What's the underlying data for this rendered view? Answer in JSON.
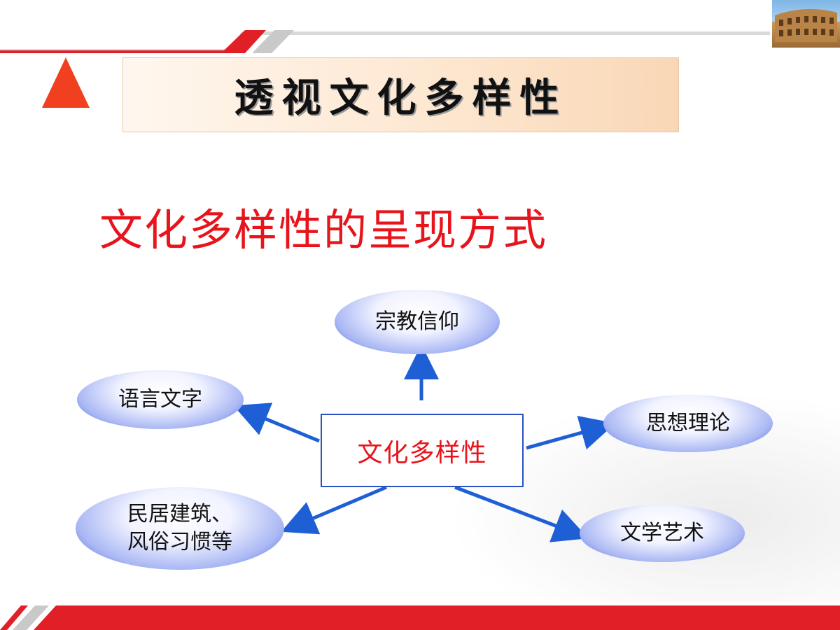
{
  "slide": {
    "title": "透视文化多样性",
    "subtitle": "文化多样性的呈现方式"
  },
  "diagram": {
    "center": "文化多样性",
    "nodes": {
      "religion": "宗教信仰",
      "language": "语言文字",
      "thought": "思想理论",
      "architecture": "民居建筑、\n风俗习惯等",
      "art": "文学艺术"
    }
  },
  "colors": {
    "accent_red": "#e8141c",
    "marker_orange": "#f0401f",
    "arrow_blue": "#1f5fd6",
    "box_border_blue": "#2a52c0"
  },
  "icons": {
    "marker": "triangle-icon",
    "thumbnail": "colosseum-image"
  }
}
